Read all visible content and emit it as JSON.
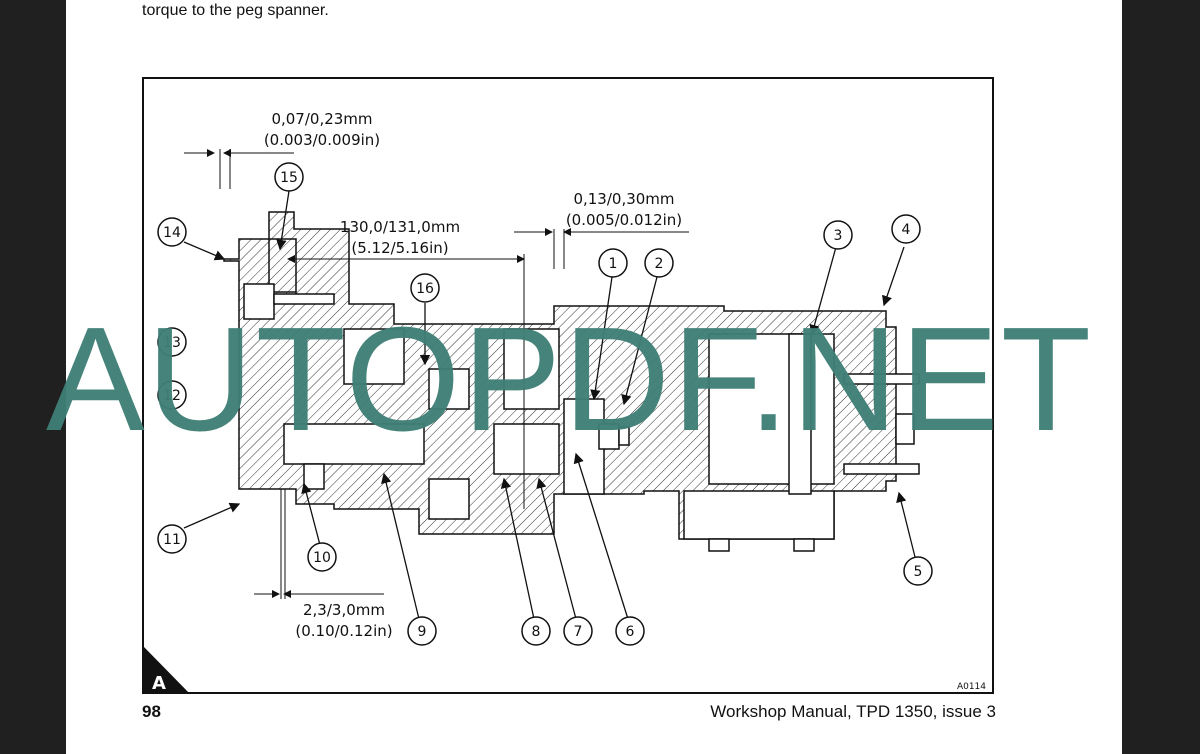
{
  "intro_text": "torque to the peg spanner.",
  "figure": {
    "dimensions": {
      "gap_top_mm": "0,07/0,23mm",
      "gap_top_in": "(0.003/0.009in)",
      "length_mm": "130,0/131,0mm",
      "length_in": "(5.12/5.16in)",
      "gap_right_mm": "0,13/0,30mm",
      "gap_right_in": "(0.005/0.012in)",
      "gap_bottom_mm": "2,3/3,0mm",
      "gap_bottom_in": "(0.10/0.12in)"
    },
    "callouts": [
      "1",
      "2",
      "3",
      "4",
      "5",
      "6",
      "7",
      "8",
      "9",
      "10",
      "11",
      "12",
      "13",
      "14",
      "15",
      "16"
    ],
    "view_label": "A",
    "figure_code": "A0114"
  },
  "watermark": "AUTOPDF.NET",
  "footer": {
    "page_number": "98",
    "manual_title": "Workshop Manual, TPD 1350, issue 3"
  }
}
